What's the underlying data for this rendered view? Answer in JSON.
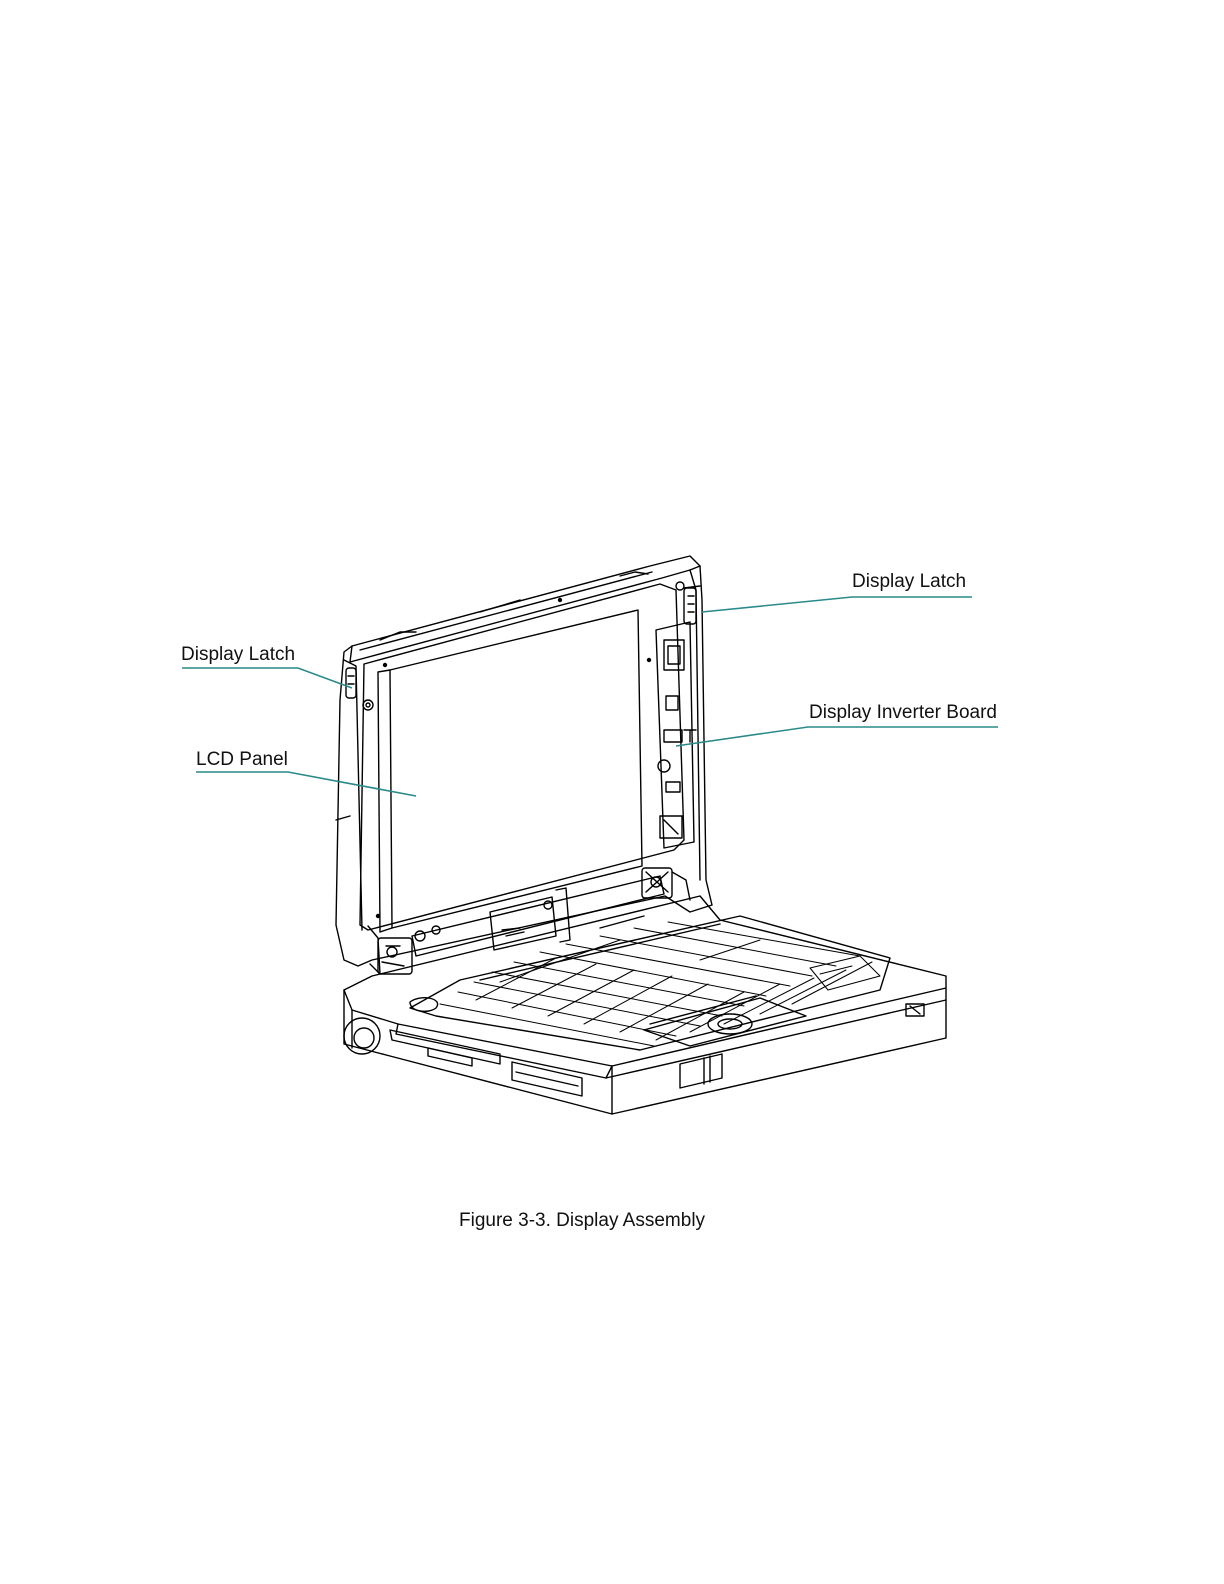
{
  "figure": {
    "caption": "Figure 3-3. Display Assembly",
    "line_color": "#000000",
    "leader_color": "#2a8a8a",
    "callouts": {
      "display_latch_right": "Display Latch",
      "display_latch_left": "Display Latch",
      "display_inverter_board": "Display Inverter Board",
      "lcd_panel": "LCD Panel"
    }
  }
}
